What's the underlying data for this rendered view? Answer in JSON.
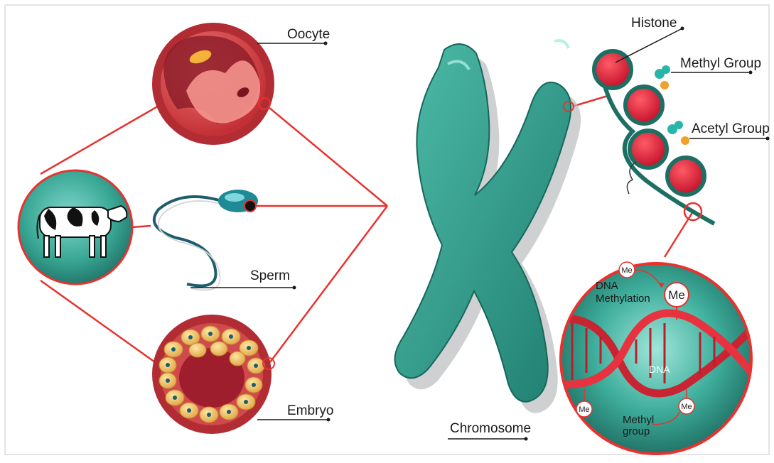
{
  "labels": {
    "oocyte": "Oocyte",
    "sperm": "Sperm",
    "embryo": "Embryo",
    "chromosome": "Chromosome",
    "histone": "Histone",
    "methyl_group": "Methyl Group",
    "acetyl_group": "Acetyl Group",
    "dna_methylation_line1": "DNA",
    "dna_methylation_line2": "Methylation",
    "dna": "DNA",
    "methyl_group_small_line1": "Methyl",
    "methyl_group_small_line2": "group",
    "me": "Me"
  },
  "colors": {
    "connector": "#e8322f",
    "teal": "#2e9a8a",
    "teal_dark": "#1d6f64",
    "red_cell": "#c8303a",
    "histone_red": "#e8273c",
    "methyl_teal": "#27b6a8",
    "acetyl_orange": "#f0a12b"
  },
  "icons": [
    "cow-icon",
    "sperm-icon",
    "oocyte-icon",
    "embryo-icon",
    "chromosome-icon",
    "histone-icon",
    "dna-helix-icon"
  ]
}
